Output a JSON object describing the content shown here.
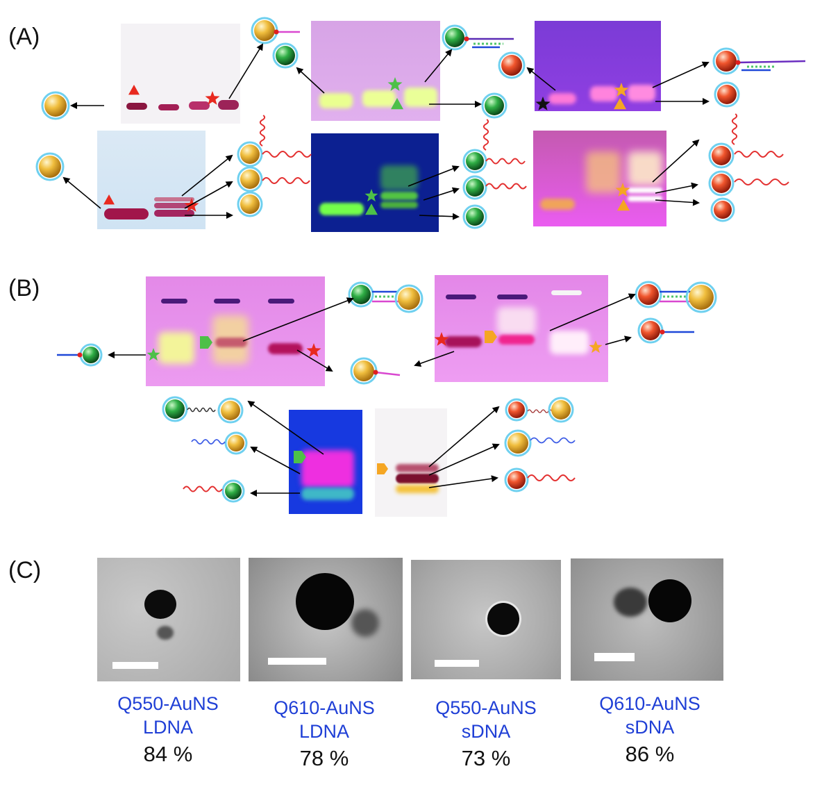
{
  "panels": {
    "a": {
      "label": "(A)"
    },
    "b": {
      "label": "(B)"
    },
    "c": {
      "label": "(C)"
    }
  },
  "colors": {
    "gold": "#e3a52a",
    "green": "#1e9a3a",
    "red": "#e5432b",
    "ring": "#6fd0ef",
    "marker_red": "#e8291f",
    "marker_green": "#4dc048",
    "marker_orange": "#f5a623",
    "caption_blue": "#1f3fd6"
  },
  "tem_images": [
    {
      "line1": "Q550-AuNS",
      "line2": "LDNA",
      "percent": "84 %"
    },
    {
      "line1": "Q610-AuNS",
      "line2": "LDNA",
      "percent": "78 %"
    },
    {
      "line1": "Q550-AuNS",
      "line2": "sDNA",
      "percent": "73 %"
    },
    {
      "line1": "Q610-AuNS",
      "line2": "sDNA",
      "percent": "86 %"
    }
  ]
}
